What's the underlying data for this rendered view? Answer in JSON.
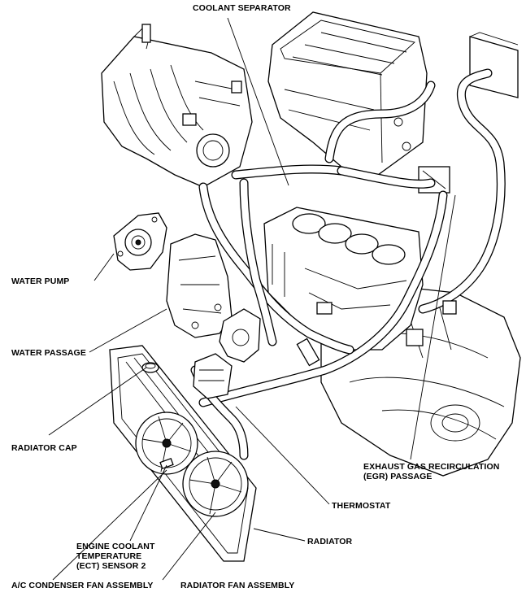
{
  "labels": {
    "coolant_separator": "COOLANT SEPARATOR",
    "water_pump": "WATER PUMP",
    "water_passage": "WATER PASSAGE",
    "radiator_cap": "RADIATOR CAP",
    "thermostat": "THERMOSTAT",
    "radiator": "RADIATOR",
    "ect_sensor_line1": "ENGINE COOLANT",
    "ect_sensor_line2": "TEMPERATURE",
    "ect_sensor_line3": "(ECT) SENSOR 2",
    "egr_line1": "EXHAUST GAS RECIRCULATION",
    "egr_line2": "(EGR) PASSAGE",
    "ac_fan": "A/C CONDENSER FAN ASSEMBLY",
    "radiator_fan": "RADIATOR FAN ASSEMBLY"
  }
}
